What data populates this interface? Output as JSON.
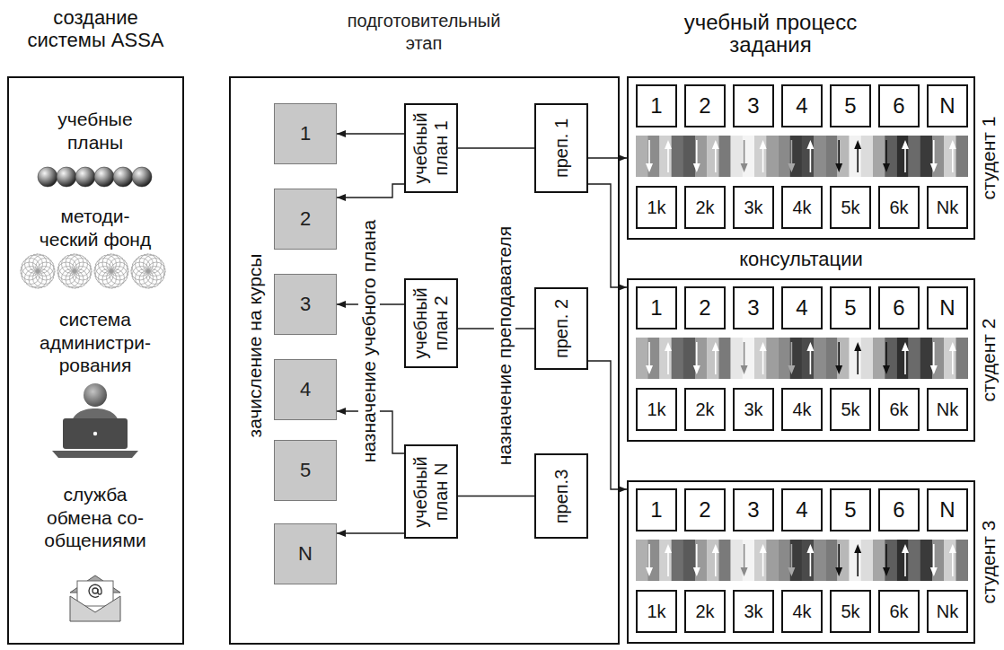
{
  "diagram": {
    "nodes": [
      {
        "text": [
          "создание системы ASSA",
          "учебные планы",
          "методи- ческий фонд",
          "система администри- рования",
          "служба обмена со- общениями"
        ]
      },
      {
        "text": [
          "подготовительный этап",
          "зачисление на курсы",
          "назначение учебного плана",
          "назначение преподавателя"
        ]
      },
      {
        "text": [
          "1"
        ],
        "in": 1
      },
      {
        "text": [
          "2"
        ],
        "in": 1
      },
      {
        "text": [
          "3"
        ],
        "in": 1
      },
      {
        "text": [
          "4"
        ],
        "in": 1
      },
      {
        "text": [
          "5"
        ],
        "in": 1
      },
      {
        "text": [
          "N"
        ],
        "in": 1
      },
      {
        "text": [
          "учебный план 1"
        ],
        "in": 1
      },
      {
        "text": [
          "учебный план 2"
        ],
        "in": 1
      },
      {
        "text": [
          "учебный план N"
        ],
        "in": 1
      },
      {
        "text": [
          "преп. 1"
        ],
        "in": 1
      },
      {
        "text": [
          "преп. 2"
        ],
        "in": 1
      },
      {
        "text": [
          "преп.3"
        ],
        "in": 1
      },
      {
        "text": [
          "студент 1"
        ]
      },
      {
        "text": [
          "1"
        ],
        "in": 14
      },
      {
        "text": [
          "2"
        ],
        "in": 14
      },
      {
        "text": [
          "3"
        ],
        "in": 14
      },
      {
        "text": [
          "4"
        ],
        "in": 14
      },
      {
        "text": [
          "5"
        ],
        "in": 14
      },
      {
        "text": [
          "6"
        ],
        "in": 14
      },
      {
        "text": [
          "N"
        ],
        "in": 14
      },
      {
        "text": [
          "1k"
        ],
        "in": 14
      },
      {
        "text": [
          "2k"
        ],
        "in": 14
      },
      {
        "text": [
          "3k"
        ],
        "in": 14
      },
      {
        "text": [
          "4k"
        ],
        "in": 14
      },
      {
        "text": [
          "5k"
        ],
        "in": 14
      },
      {
        "text": [
          "6k"
        ],
        "in": 14
      },
      {
        "text": [
          "Nk"
        ],
        "in": 14
      },
      {
        "text": [
          "студент 2"
        ]
      },
      {
        "text": [
          "1"
        ],
        "in": 29
      },
      {
        "text": [
          "2"
        ],
        "in": 29
      },
      {
        "text": [
          "3"
        ],
        "in": 29
      },
      {
        "text": [
          "4"
        ],
        "in": 29
      },
      {
        "text": [
          "5"
        ],
        "in": 29
      },
      {
        "text": [
          "6"
        ],
        "in": 29
      },
      {
        "text": [
          "N"
        ],
        "in": 29
      },
      {
        "text": [
          "1k"
        ],
        "in": 29
      },
      {
        "text": [
          "2k"
        ],
        "in": 29
      },
      {
        "text": [
          "3k"
        ],
        "in": 29
      },
      {
        "text": [
          "4k"
        ],
        "in": 29
      },
      {
        "text": [
          "5k"
        ],
        "in": 29
      },
      {
        "text": [
          "6k"
        ],
        "in": 29
      },
      {
        "text": [
          "Nk"
        ],
        "in": 29
      },
      {
        "text": [
          "студент 3"
        ]
      },
      {
        "text": [
          "1"
        ],
        "in": 44
      },
      {
        "text": [
          "2"
        ],
        "in": 44
      },
      {
        "text": [
          "3"
        ],
        "in": 44
      },
      {
        "text": [
          "4"
        ],
        "in": 44
      },
      {
        "text": [
          "5"
        ],
        "in": 44
      },
      {
        "text": [
          "6"
        ],
        "in": 44
      },
      {
        "text": [
          "N"
        ],
        "in": 44
      },
      {
        "text": [
          "1k"
        ],
        "in": 44
      },
      {
        "text": [
          "2k"
        ],
        "in": 44
      },
      {
        "text": [
          "3k"
        ],
        "in": 44
      },
      {
        "text": [
          "4k"
        ],
        "in": 44
      },
      {
        "text": [
          "5k"
        ],
        "in": 44
      },
      {
        "text": [
          "6k"
        ],
        "in": 44
      },
      {
        "text": [
          "Nk"
        ],
        "in": 44
      }
    ],
    "edges": [
      {
        "from": 8,
        "to": 2,
        "arrow": "to"
      },
      {
        "from": 8,
        "to": 3,
        "arrow": "to"
      },
      {
        "from": 9,
        "to": 4,
        "arrow": "to"
      },
      {
        "from": 10,
        "to": 5,
        "arrow": "to"
      },
      {
        "from": 10,
        "to": 7,
        "arrow": "to"
      },
      {
        "from": 8,
        "to": 11,
        "arrow": "none"
      },
      {
        "from": 9,
        "to": 12,
        "arrow": "none"
      },
      {
        "from": 10,
        "to": 13,
        "arrow": "none"
      },
      {
        "from": 11,
        "to": 14,
        "arrow": "to"
      },
      {
        "from": 11,
        "to": 29,
        "arrow": "to"
      },
      {
        "from": 12,
        "to": 44,
        "arrow": "to"
      }
    ],
    "labels": [
      "учебный процесс задания",
      "консультации"
    ]
  }
}
